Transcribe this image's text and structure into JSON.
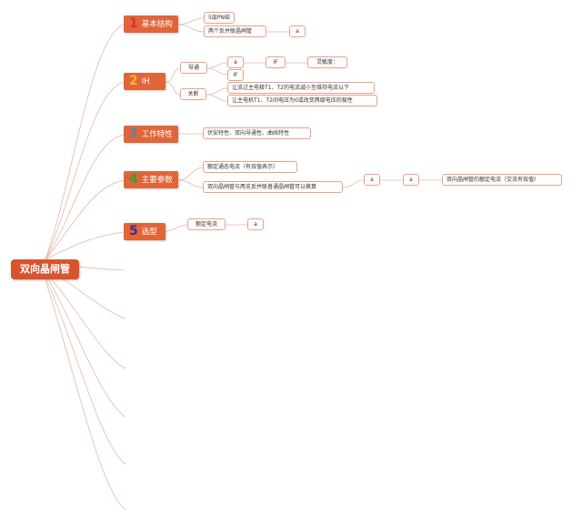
{
  "root": {
    "label": "双向晶闸管"
  },
  "colors": {
    "root": "#d9532c",
    "branch": "#e0663a",
    "leaf_border": "#e9a08a",
    "link": "#e3b7aa",
    "num1": "#e22b2b",
    "num2": "#f2b233",
    "num3": "#5b7fa6",
    "num4": "#3a9a3a",
    "num5": "#4a2c8a"
  },
  "branches": [
    {
      "num": "1",
      "label": "基本结构"
    },
    {
      "num": "2",
      "label": "IH"
    },
    {
      "num": "3",
      "label": "工作特性"
    },
    {
      "num": "4",
      "label": "主要参数"
    },
    {
      "num": "5",
      "label": "选型"
    }
  ],
  "leaves": {
    "b1_layers": "5层PN结",
    "b1_anti": "两个反并联晶闸管",
    "b1_a": "a",
    "b2_on": "导通",
    "b2_off": "关断",
    "b2_a": "a",
    "b2_if1": "IF",
    "b2_if2": "IF",
    "b2_sens": "灵敏度：",
    "b2_off1": "让流过主电极T1、T2的电流减小至维持电流以下",
    "b2_off2": "让主电机T1、T2间电压为0或改变两级电压的极性",
    "b3_char": "伏安特性、双向导通性、曲线特性",
    "b4_rated": "额定通态电流（有效值表示）",
    "b4_convert": "双向晶闸管与两支反并联普通晶闸管可以换算",
    "b4_a1": "a",
    "b4_a2": "a",
    "b4_rated2": "双向晶闸管的额定电流（交流有效值）",
    "b5_rated": "额定电流",
    "b5_a": "a"
  }
}
